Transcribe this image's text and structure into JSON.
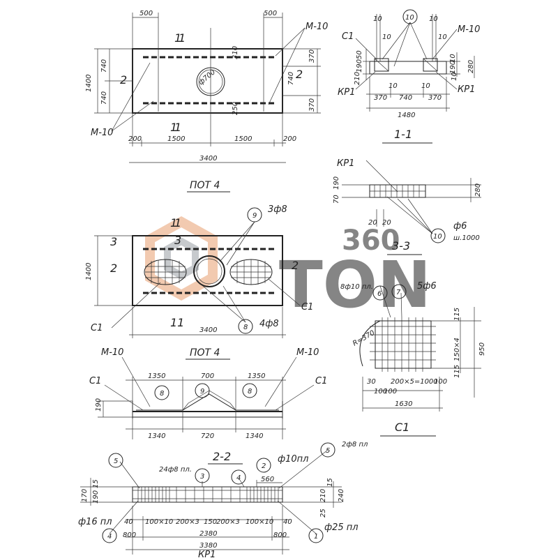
{
  "plan_top": {
    "dims": [
      "500",
      "500",
      "1400",
      "740",
      "740",
      "370",
      "370",
      "310",
      "250",
      "3400",
      "200",
      "1500",
      "1500",
      "200",
      "ф700"
    ],
    "labels": [
      "М-10",
      "М-10",
      "1",
      "1",
      "1",
      "1",
      "2",
      "2"
    ],
    "title": "ПОТ 4"
  },
  "section_1_1": {
    "labels": [
      "С1",
      "М-10",
      "КР1",
      "КР1"
    ],
    "dims": [
      "10",
      "10",
      "10",
      "10",
      "50",
      "190",
      "280",
      "210",
      "10",
      "190",
      "10",
      "370",
      "740",
      "370",
      "10",
      "10",
      "1480"
    ],
    "callout": "10",
    "title": "1-1"
  },
  "section_3_3": {
    "labels": [
      "КР1",
      "ф6",
      "ш.1000"
    ],
    "dims": [
      "70",
      "190",
      "280",
      "20",
      "20"
    ],
    "callout": "10",
    "title": "3-3"
  },
  "plan_reinf": {
    "labels": [
      "1",
      "1",
      "3",
      "3",
      "2",
      "2",
      "С1",
      "С1",
      "3ф8",
      "4ф8"
    ],
    "dims": [
      "1400",
      "3400"
    ],
    "callouts": [
      "9",
      "8"
    ],
    "title": "ПОТ 4"
  },
  "mesh_c1": {
    "labels": [
      "8ф10 пл.",
      "5ф6",
      "R=370"
    ],
    "dims": [
      "115",
      "150×4",
      "950",
      "115",
      "30",
      "100",
      "200×5=1000",
      "100",
      "100",
      "1630"
    ],
    "callouts": [
      "6",
      "7"
    ],
    "title": "С1"
  },
  "elevation": {
    "labels": [
      "М-10",
      "М-10",
      "С1",
      "С1"
    ],
    "dims": [
      "1350",
      "700",
      "1350",
      "190",
      "1340",
      "720",
      "1340"
    ],
    "callouts": [
      "8",
      "9",
      "8"
    ]
  },
  "section_2_2": {
    "title": "2-2",
    "labels": [
      "24ф8 пл.",
      "ф10пл",
      "2ф8 пл",
      "ф16 пл",
      "ф25 пл"
    ],
    "dims": [
      "15",
      "190",
      "170",
      "560",
      "15",
      "210",
      "240",
      "25",
      "40",
      "100×10",
      "200×3",
      "150",
      "200×3",
      "100×10",
      "40",
      "800",
      "2380",
      "800",
      "3380",
      "КР1"
    ],
    "callouts": [
      "5",
      "3",
      "4",
      "2",
      "5",
      "4",
      "1"
    ]
  },
  "watermark": {
    "text": "TON",
    "number": "360"
  }
}
